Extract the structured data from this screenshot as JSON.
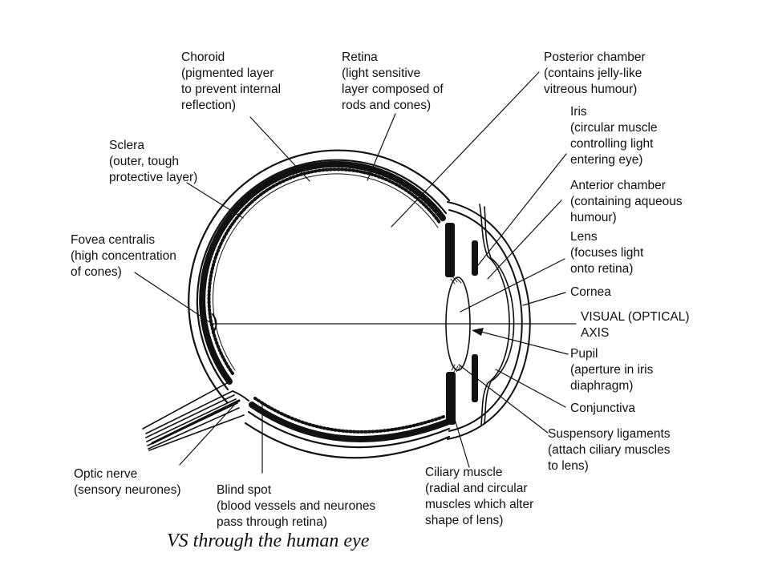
{
  "caption": "VS through the human eye",
  "colors": {
    "ink": "#111111",
    "paper": "#ffffff"
  },
  "labels": [
    {
      "id": "choroid",
      "lines": [
        "Choroid",
        "(pigmented layer",
        "to prevent internal",
        "reflection)"
      ]
    },
    {
      "id": "retina",
      "lines": [
        "Retina",
        "(light sensitive",
        "layer composed of",
        "rods and cones)"
      ]
    },
    {
      "id": "posterior-chamber",
      "lines": [
        "Posterior chamber",
        "(contains jelly-like",
        "vitreous humour)"
      ]
    },
    {
      "id": "iris",
      "lines": [
        "Iris",
        "(circular muscle",
        "controlling light",
        "entering eye)"
      ]
    },
    {
      "id": "anterior-chamber",
      "lines": [
        "Anterior chamber",
        "(containing aqueous",
        "humour)"
      ]
    },
    {
      "id": "lens",
      "lines": [
        "Lens",
        "(focuses light",
        "onto retina)"
      ]
    },
    {
      "id": "cornea",
      "lines": [
        "Cornea"
      ]
    },
    {
      "id": "visual-axis",
      "lines": [
        "VISUAL (OPTICAL)",
        "AXIS"
      ]
    },
    {
      "id": "pupil",
      "lines": [
        "Pupil",
        "(aperture in iris",
        "diaphragm)"
      ]
    },
    {
      "id": "conjunctiva",
      "lines": [
        "Conjunctiva"
      ]
    },
    {
      "id": "suspensory-ligaments",
      "lines": [
        "Suspensory ligaments",
        "(attach ciliary muscles",
        "to lens)"
      ]
    },
    {
      "id": "ciliary-muscle",
      "lines": [
        "Ciliary muscle",
        "(radial and circular",
        "muscles which alter",
        "shape of lens)"
      ]
    },
    {
      "id": "blind-spot",
      "lines": [
        "Blind spot",
        "(blood vessels and neurones",
        "pass through retina)"
      ]
    },
    {
      "id": "optic-nerve",
      "lines": [
        "Optic nerve",
        "(sensory neurones)"
      ]
    },
    {
      "id": "fovea-centralis",
      "lines": [
        "Fovea centralis",
        "(high concentration",
        "of cones)"
      ]
    },
    {
      "id": "sclera",
      "lines": [
        "Sclera",
        "(outer, tough",
        "protective layer)"
      ]
    }
  ]
}
